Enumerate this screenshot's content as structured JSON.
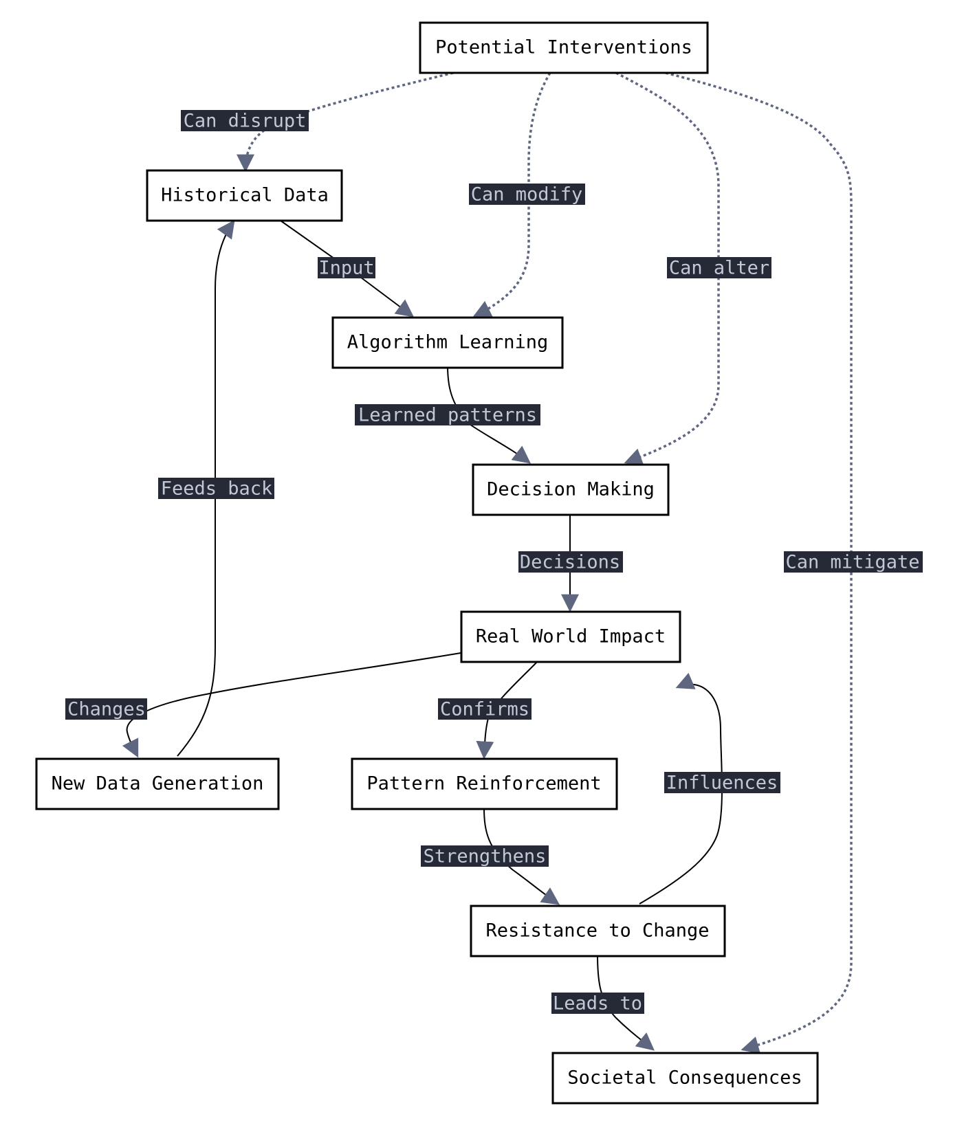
{
  "colors": {
    "node_border": "#000000",
    "node_fill": "#ffffff",
    "solid_edge": "#000000",
    "dashed_edge": "#5f6680",
    "arrowhead": "#5f6680",
    "label_background": "#262a37",
    "label_text": "#c3c8d6"
  },
  "nodes": {
    "potential_interventions": "Potential Interventions",
    "historical_data": "Historical Data",
    "algorithm_learning": "Algorithm Learning",
    "decision_making": "Decision Making",
    "real_world_impact": "Real World Impact",
    "new_data_generation": "New Data Generation",
    "pattern_reinforcement": "Pattern Reinforcement",
    "resistance_to_change": "Resistance to Change",
    "societal_consequences": "Societal Consequences"
  },
  "edges": {
    "input": "Input",
    "learned_patterns": "Learned patterns",
    "decisions": "Decisions",
    "changes": "Changes",
    "feeds_back": "Feeds back",
    "confirms": "Confirms",
    "strengthens": "Strengthens",
    "influences": "Influences",
    "leads_to": "Leads to",
    "can_disrupt": "Can disrupt",
    "can_modify": "Can modify",
    "can_alter": "Can alter",
    "can_mitigate": "Can mitigate"
  }
}
